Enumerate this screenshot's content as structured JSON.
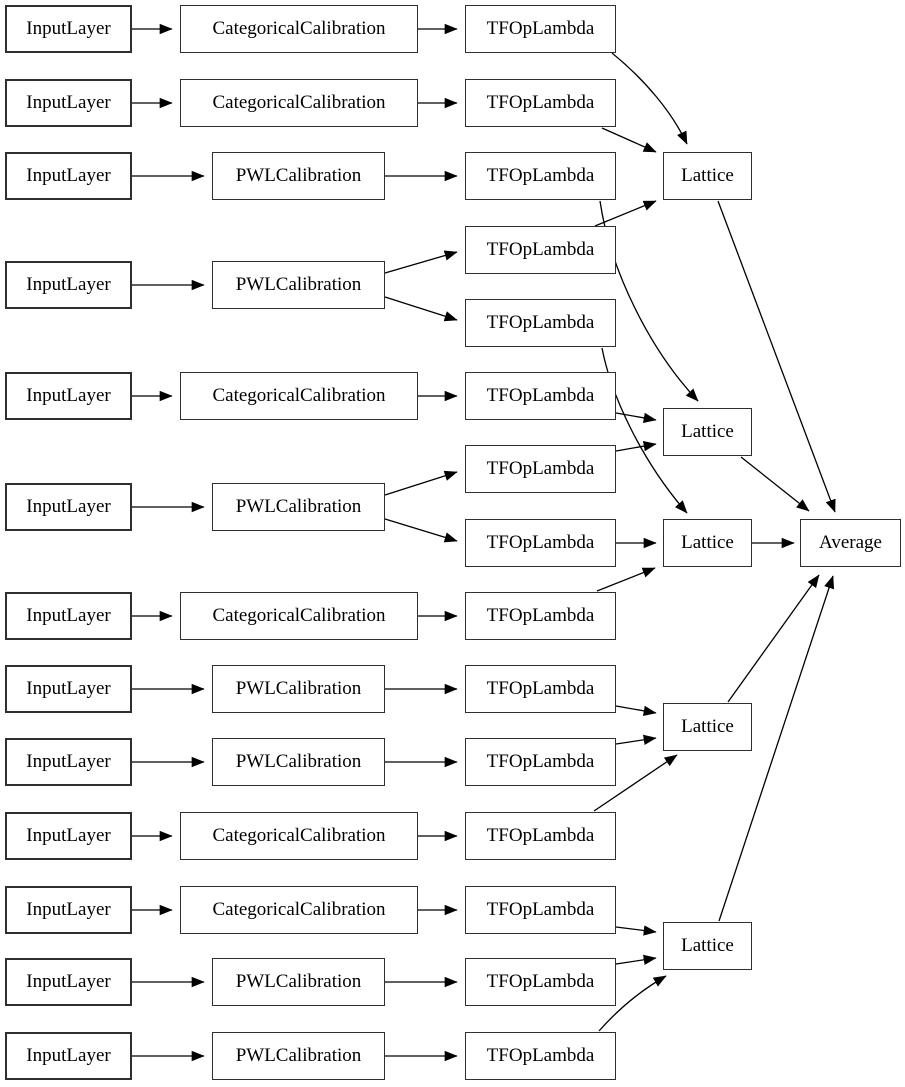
{
  "diagram": {
    "title": "",
    "colors": {
      "background": "#ffffff",
      "node_fill": "#ffffff",
      "node_border": "#2f2f2f",
      "edge_color": "#000000",
      "text_color": "#000000"
    },
    "nodes": [
      {
        "id": "input-1",
        "label": "InputLayer"
      },
      {
        "id": "input-2",
        "label": "InputLayer"
      },
      {
        "id": "input-3",
        "label": "InputLayer"
      },
      {
        "id": "input-4",
        "label": "InputLayer"
      },
      {
        "id": "input-5",
        "label": "InputLayer"
      },
      {
        "id": "input-6",
        "label": "InputLayer"
      },
      {
        "id": "input-7",
        "label": "InputLayer"
      },
      {
        "id": "input-8",
        "label": "InputLayer"
      },
      {
        "id": "input-9",
        "label": "InputLayer"
      },
      {
        "id": "input-10",
        "label": "InputLayer"
      },
      {
        "id": "input-11",
        "label": "InputLayer"
      },
      {
        "id": "input-12",
        "label": "InputLayer"
      },
      {
        "id": "input-13",
        "label": "InputLayer"
      },
      {
        "id": "cal-1",
        "label": "CategoricalCalibration"
      },
      {
        "id": "cal-2",
        "label": "CategoricalCalibration"
      },
      {
        "id": "cal-3",
        "label": "PWLCalibration"
      },
      {
        "id": "cal-4",
        "label": "PWLCalibration"
      },
      {
        "id": "cal-5",
        "label": "CategoricalCalibration"
      },
      {
        "id": "cal-6",
        "label": "PWLCalibration"
      },
      {
        "id": "cal-7",
        "label": "CategoricalCalibration"
      },
      {
        "id": "cal-8",
        "label": "PWLCalibration"
      },
      {
        "id": "cal-9",
        "label": "PWLCalibration"
      },
      {
        "id": "cal-10",
        "label": "CategoricalCalibration"
      },
      {
        "id": "cal-11",
        "label": "CategoricalCalibration"
      },
      {
        "id": "cal-12",
        "label": "PWLCalibration"
      },
      {
        "id": "cal-13",
        "label": "PWLCalibration"
      },
      {
        "id": "tfop-1",
        "label": "TFOpLambda"
      },
      {
        "id": "tfop-2",
        "label": "TFOpLambda"
      },
      {
        "id": "tfop-3",
        "label": "TFOpLambda"
      },
      {
        "id": "tfop-4",
        "label": "TFOpLambda"
      },
      {
        "id": "tfop-5",
        "label": "TFOpLambda"
      },
      {
        "id": "tfop-6",
        "label": "TFOpLambda"
      },
      {
        "id": "tfop-7",
        "label": "TFOpLambda"
      },
      {
        "id": "tfop-8",
        "label": "TFOpLambda"
      },
      {
        "id": "tfop-9",
        "label": "TFOpLambda"
      },
      {
        "id": "tfop-10",
        "label": "TFOpLambda"
      },
      {
        "id": "tfop-11",
        "label": "TFOpLambda"
      },
      {
        "id": "tfop-12",
        "label": "TFOpLambda"
      },
      {
        "id": "tfop-13",
        "label": "TFOpLambda"
      },
      {
        "id": "tfop-14",
        "label": "TFOpLambda"
      },
      {
        "id": "tfop-15",
        "label": "TFOpLambda"
      },
      {
        "id": "lattice-1",
        "label": "Lattice"
      },
      {
        "id": "lattice-2",
        "label": "Lattice"
      },
      {
        "id": "lattice-3",
        "label": "Lattice"
      },
      {
        "id": "lattice-4",
        "label": "Lattice"
      },
      {
        "id": "lattice-5",
        "label": "Lattice"
      },
      {
        "id": "average-1",
        "label": "Average"
      }
    ],
    "edges": [
      {
        "from": "input-1",
        "to": "cal-1"
      },
      {
        "from": "input-2",
        "to": "cal-2"
      },
      {
        "from": "input-3",
        "to": "cal-3"
      },
      {
        "from": "input-4",
        "to": "cal-4"
      },
      {
        "from": "input-5",
        "to": "cal-5"
      },
      {
        "from": "input-6",
        "to": "cal-6"
      },
      {
        "from": "input-7",
        "to": "cal-7"
      },
      {
        "from": "input-8",
        "to": "cal-8"
      },
      {
        "from": "input-9",
        "to": "cal-9"
      },
      {
        "from": "input-10",
        "to": "cal-10"
      },
      {
        "from": "input-11",
        "to": "cal-11"
      },
      {
        "from": "input-12",
        "to": "cal-12"
      },
      {
        "from": "input-13",
        "to": "cal-13"
      },
      {
        "from": "cal-1",
        "to": "tfop-1"
      },
      {
        "from": "cal-2",
        "to": "tfop-2"
      },
      {
        "from": "cal-3",
        "to": "tfop-3"
      },
      {
        "from": "cal-4",
        "to": "tfop-4"
      },
      {
        "from": "cal-4",
        "to": "tfop-5"
      },
      {
        "from": "cal-5",
        "to": "tfop-6"
      },
      {
        "from": "cal-6",
        "to": "tfop-7"
      },
      {
        "from": "cal-6",
        "to": "tfop-8"
      },
      {
        "from": "cal-7",
        "to": "tfop-9"
      },
      {
        "from": "cal-8",
        "to": "tfop-10"
      },
      {
        "from": "cal-9",
        "to": "tfop-11"
      },
      {
        "from": "cal-10",
        "to": "tfop-12"
      },
      {
        "from": "cal-11",
        "to": "tfop-13"
      },
      {
        "from": "cal-12",
        "to": "tfop-14"
      },
      {
        "from": "cal-13",
        "to": "tfop-15"
      },
      {
        "from": "tfop-1",
        "to": "lattice-1"
      },
      {
        "from": "tfop-2",
        "to": "lattice-1"
      },
      {
        "from": "tfop-4",
        "to": "lattice-1"
      },
      {
        "from": "tfop-3",
        "to": "lattice-2"
      },
      {
        "from": "tfop-6",
        "to": "lattice-2"
      },
      {
        "from": "tfop-7",
        "to": "lattice-2"
      },
      {
        "from": "tfop-5",
        "to": "lattice-3"
      },
      {
        "from": "tfop-8",
        "to": "lattice-3"
      },
      {
        "from": "tfop-9",
        "to": "lattice-3"
      },
      {
        "from": "tfop-10",
        "to": "lattice-4"
      },
      {
        "from": "tfop-11",
        "to": "lattice-4"
      },
      {
        "from": "tfop-12",
        "to": "lattice-4"
      },
      {
        "from": "tfop-13",
        "to": "lattice-5"
      },
      {
        "from": "tfop-14",
        "to": "lattice-5"
      },
      {
        "from": "tfop-15",
        "to": "lattice-5"
      },
      {
        "from": "lattice-1",
        "to": "average-1"
      },
      {
        "from": "lattice-2",
        "to": "average-1"
      },
      {
        "from": "lattice-3",
        "to": "average-1"
      },
      {
        "from": "lattice-4",
        "to": "average-1"
      },
      {
        "from": "lattice-5",
        "to": "average-1"
      }
    ]
  }
}
